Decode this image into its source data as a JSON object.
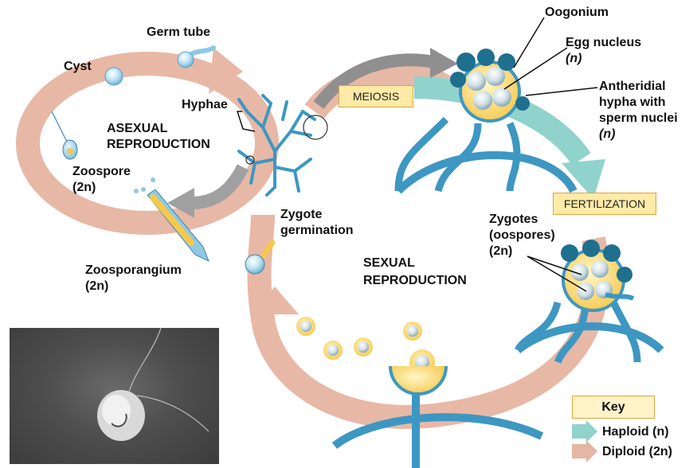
{
  "labels": {
    "oogonium": "Oogonium",
    "germ_tube": "Germ tube",
    "cyst": "Cyst",
    "egg_nucleus_1": "Egg nucleus",
    "egg_nucleus_2": "(n)",
    "antheridial_1": "Antheridial",
    "antheridial_2": "hypha with",
    "antheridial_3": "sperm nuclei",
    "antheridial_4": "(n)",
    "hyphae": "Hyphae",
    "asexual_1": "ASEXUAL",
    "asexual_2": "REPRODUCTION",
    "zoospore_1": "Zoospore",
    "zoospore_2": "(2n)",
    "zygote_germ_1": "Zygote",
    "zygote_germ_2": "germination",
    "zygotes_1": "Zygotes",
    "zygotes_2": "(oospores)",
    "zygotes_3": "(2n)",
    "sexual_1": "SEXUAL",
    "sexual_2": "REPRODUCTION",
    "zoosporangium_1": "Zoosporangium",
    "zoosporangium_2": "(2n)"
  },
  "boxes": {
    "meiosis": "MEIOSIS",
    "fertilization": "FERTILIZATION"
  },
  "key": {
    "title": "Key",
    "haploid": "Haploid (n)",
    "diploid": "Diploid (2n)",
    "haploid_color": "#8fd3cc",
    "diploid_color": "#e5b5a5"
  }
}
